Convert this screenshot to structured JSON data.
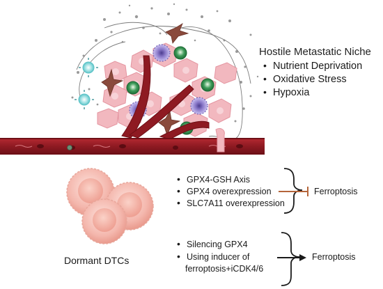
{
  "niche": {
    "title": "Hostile Metastatic Niche",
    "items": [
      "Nutrient Deprivation",
      "Oxidative Stress",
      "Hypoxia"
    ]
  },
  "resistance": {
    "items": [
      "GPX4-GSH Axis",
      "GPX4 overexpression",
      "SLC7A11 overexpression"
    ],
    "outcome": "Ferroptosis",
    "arrow": "inhibition"
  },
  "induction": {
    "item1": "Silencing GPX4",
    "item2_line1": "Using inducer of",
    "item2_line2": "ferroptosis+iCDK4/6",
    "outcome": "Ferroptosis",
    "arrow": "activation"
  },
  "dtc_label": "Dormant DTCs",
  "colors": {
    "vessel": "#9b1c24",
    "vessel_dark": "#6e0f16",
    "cancer_cell": "#f2b8bf",
    "green_cell": "#3f9b5a",
    "purple_cell": "#8a79c9",
    "stromal": "#8a4a3c",
    "virus": "#7cd2d6",
    "inhibit_arrow": "#b5653a",
    "dtc_cell": "#f4b7ad"
  }
}
